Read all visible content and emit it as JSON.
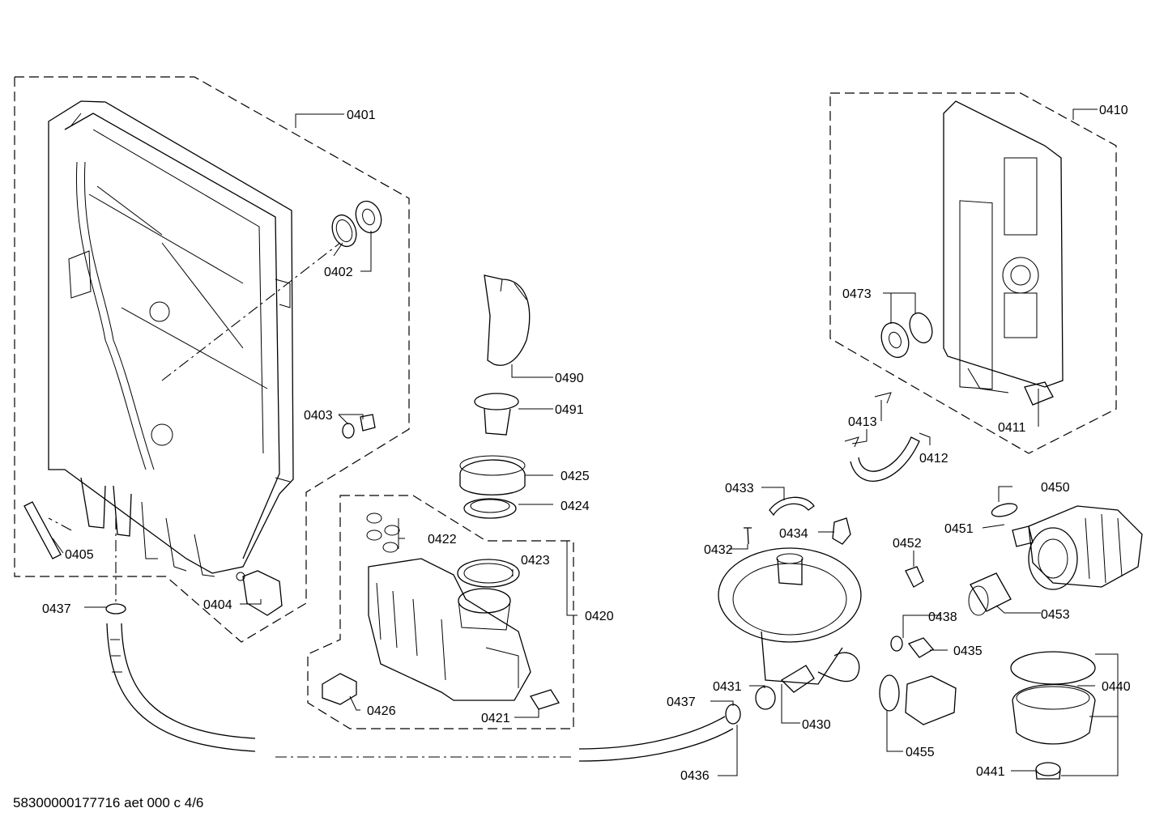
{
  "footer": {
    "document_id": "58300000177716 aet 000 c 4/6"
  },
  "labels": {
    "p0401": "0401",
    "p0402": "0402",
    "p0403": "0403",
    "p0404": "0404",
    "p0405": "0405",
    "p0410": "0410",
    "p0411": "0411",
    "p0412": "0412",
    "p0413": "0413",
    "p0420": "0420",
    "p0421": "0421",
    "p0422": "0422",
    "p0423": "0423",
    "p0424": "0424",
    "p0425": "0425",
    "p0426": "0426",
    "p0430": "0430",
    "p0431": "0431",
    "p0432": "0432",
    "p0433": "0433",
    "p0434": "0434",
    "p0435": "0435",
    "p0436": "0436",
    "p0437a": "0437",
    "p0437b": "0437",
    "p0438": "0438",
    "p0440": "0440",
    "p0441": "0441",
    "p0450": "0450",
    "p0451": "0451",
    "p0452": "0452",
    "p0453": "0453",
    "p0455": "0455",
    "p0473": "0473",
    "p0490": "0490",
    "p0491": "0491"
  }
}
